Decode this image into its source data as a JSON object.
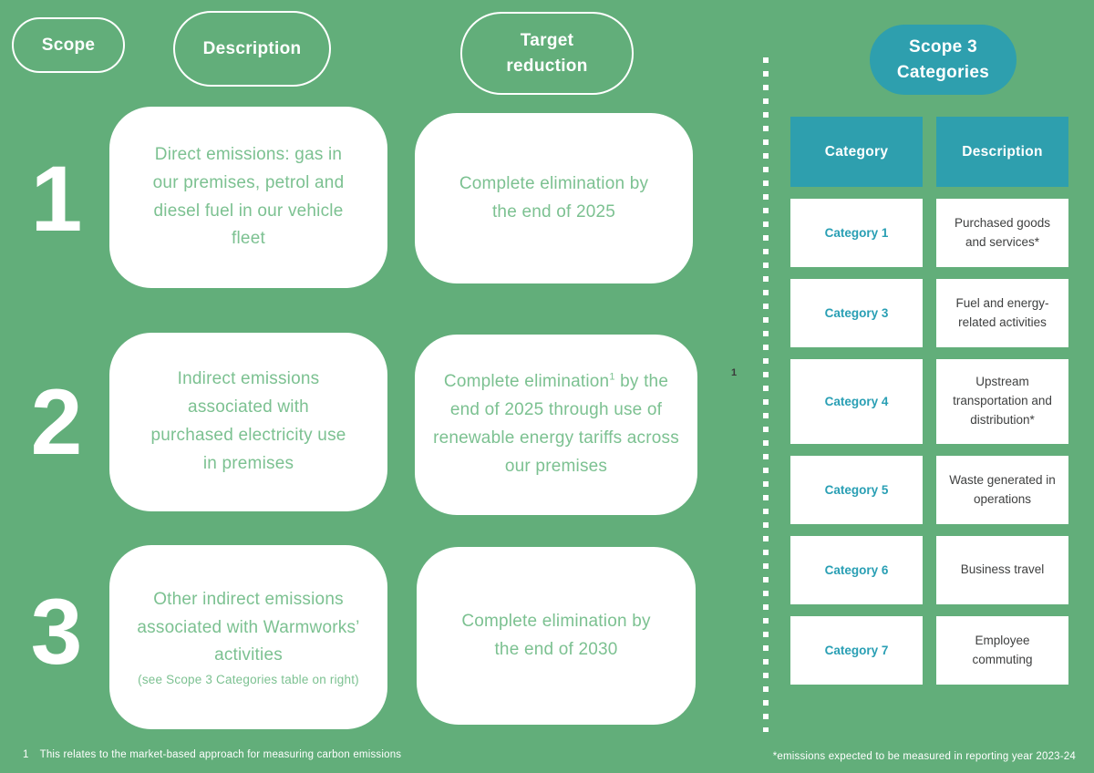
{
  "page": {
    "background_color": "#62ae7a",
    "accent_teal": "#2e9fae",
    "text_green": "#7cc191",
    "text_dark": "#3f4040"
  },
  "headers": {
    "scope": "Scope",
    "description": "Description",
    "target_reduction": "Target reduction",
    "scope3_categories": "Scope 3 Categories"
  },
  "scopes": [
    {
      "number": "1",
      "description": "Direct emissions: gas in our premises, petrol and diesel fuel in our vehicle fleet",
      "target": "Complete elimination by the end of 2025"
    },
    {
      "number": "2",
      "description": "Indirect emissions associated with purchased electricity use in premises",
      "target_before_sup": "Complete elimination",
      "target_sup": "1",
      "target_after_sup": " by the end of 2025 through use of renewable energy tariffs across our premises"
    },
    {
      "number": "3",
      "description": "Other indirect emissions associated with Warmworks’ activities",
      "description_note": "(see Scope 3 Categories table on right)",
      "target": "Complete elimination by the end of 2030"
    }
  ],
  "scope3_table": {
    "column_headers": [
      "Category",
      "Description"
    ],
    "rows": [
      {
        "category": "Category 1",
        "description": "Purchased goods and services*"
      },
      {
        "category": "Category 3",
        "description": "Fuel and energy-related activities"
      },
      {
        "category": "Category 4",
        "description": "Upstream transportation and distribution*"
      },
      {
        "category": "Category 5",
        "description": "Waste generated in operations"
      },
      {
        "category": "Category 6",
        "description": "Business travel"
      },
      {
        "category": "Category 7",
        "description": "Employee commuting"
      }
    ]
  },
  "annotations": {
    "floating_footnote_marker": "1"
  },
  "footnotes": {
    "left_marker": "1",
    "left_text": "This relates to the market-based approach for measuring carbon emissions",
    "right_text": "*emissions expected to be measured in reporting year 2023-24"
  }
}
